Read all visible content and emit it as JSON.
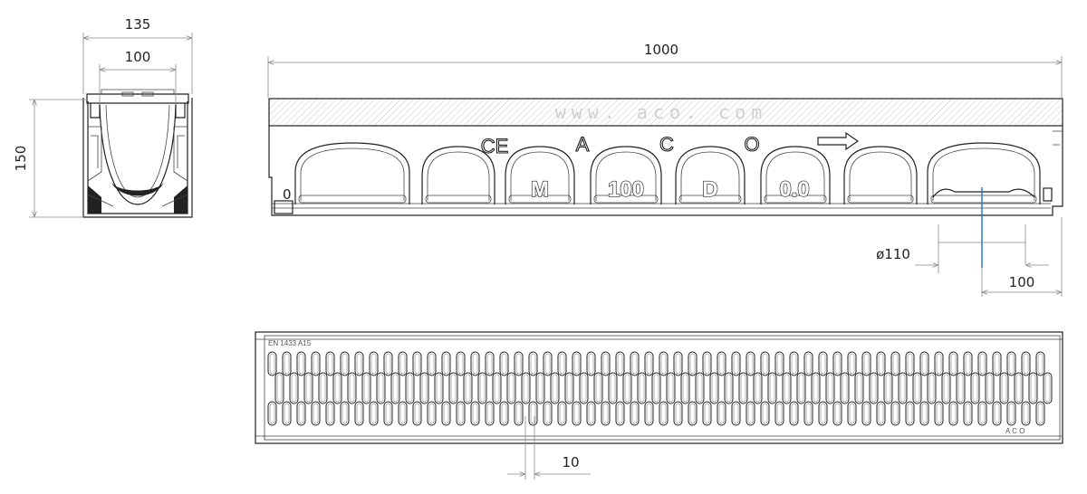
{
  "dimensions": {
    "section_width_outer": "135",
    "section_width_inner": "100",
    "section_height": "150",
    "length": "1000",
    "outlet_diameter": "ø110",
    "outlet_offset": "100",
    "grate_slot": "10"
  },
  "side_view": {
    "website": "www. aco. com",
    "marks": {
      "ce": "CE",
      "triangle": "A",
      "c": "C",
      "circle": "O",
      "m": "M",
      "size": "100",
      "d": "D",
      "slope": "0.0",
      "zero": "0"
    }
  },
  "grate": {
    "standard": "EN  1433 A15",
    "logo": "A C O"
  },
  "colors": {
    "line": "#222222",
    "dimension": "#888888",
    "highlight": "#1f6fd1"
  }
}
